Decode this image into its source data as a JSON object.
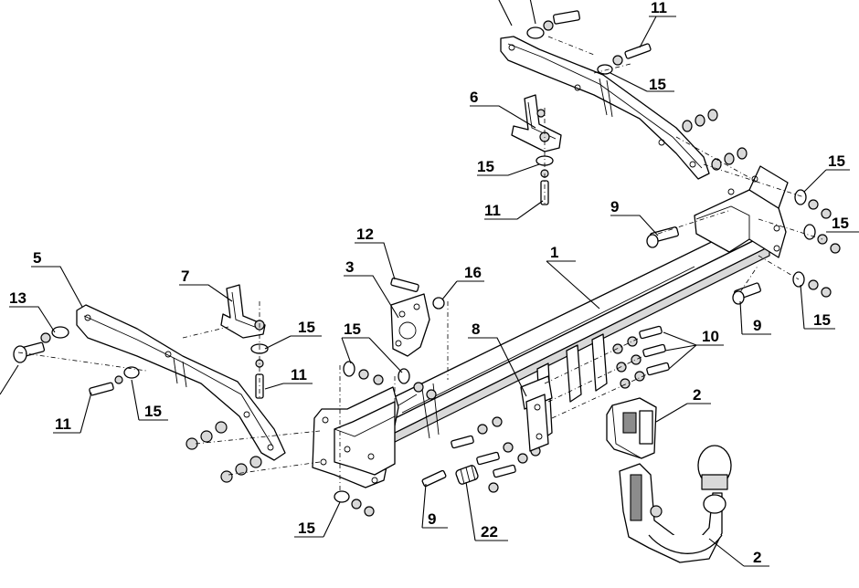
{
  "labels": {
    "l1": "1",
    "l2a": "2",
    "l2b": "2",
    "l3": "3",
    "l5": "5",
    "l6": "6",
    "l7": "7",
    "l8": "8",
    "l9a": "9",
    "l9b": "9",
    "l9c": "9",
    "l10": "10",
    "l11a": "11",
    "l11b": "11",
    "l11c": "11",
    "l11d": "11",
    "l12": "12",
    "l13": "13",
    "l15a": "15",
    "l15b": "15",
    "l15c": "15",
    "l15d": "15",
    "l15e": "15",
    "l15f": "15",
    "l15g": "15",
    "l15h": "15",
    "l15i": "15",
    "l16": "16",
    "l22": "22"
  }
}
